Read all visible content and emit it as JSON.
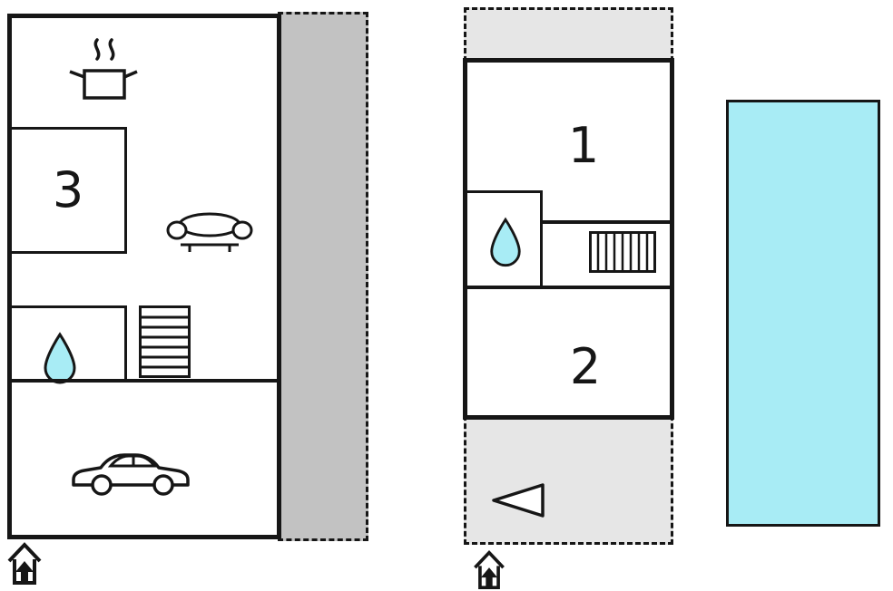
{
  "floorplan": {
    "rooms": {
      "room1": "1",
      "room2": "2",
      "room3": "3"
    },
    "colors": {
      "wall": "#161616",
      "pool_fill": "#a8ecf5",
      "water_drop_fill": "#a8ecf5",
      "terrace_fill": "#c2c2c2",
      "patio_fill": "#e6e6e6",
      "background": "#ffffff"
    },
    "icons": {
      "kitchen": "pot-steam-icon",
      "living_area": "sofa-icon",
      "bathroom": "water-drop-icon",
      "stairs_ground": "stairs-horizontal-icon",
      "stairs_upper": "stairs-vertical-icon",
      "garage": "car-icon",
      "entrance": "house-entrance-icon",
      "direction": "left-arrow-icon",
      "pool": "swimming-pool"
    }
  }
}
